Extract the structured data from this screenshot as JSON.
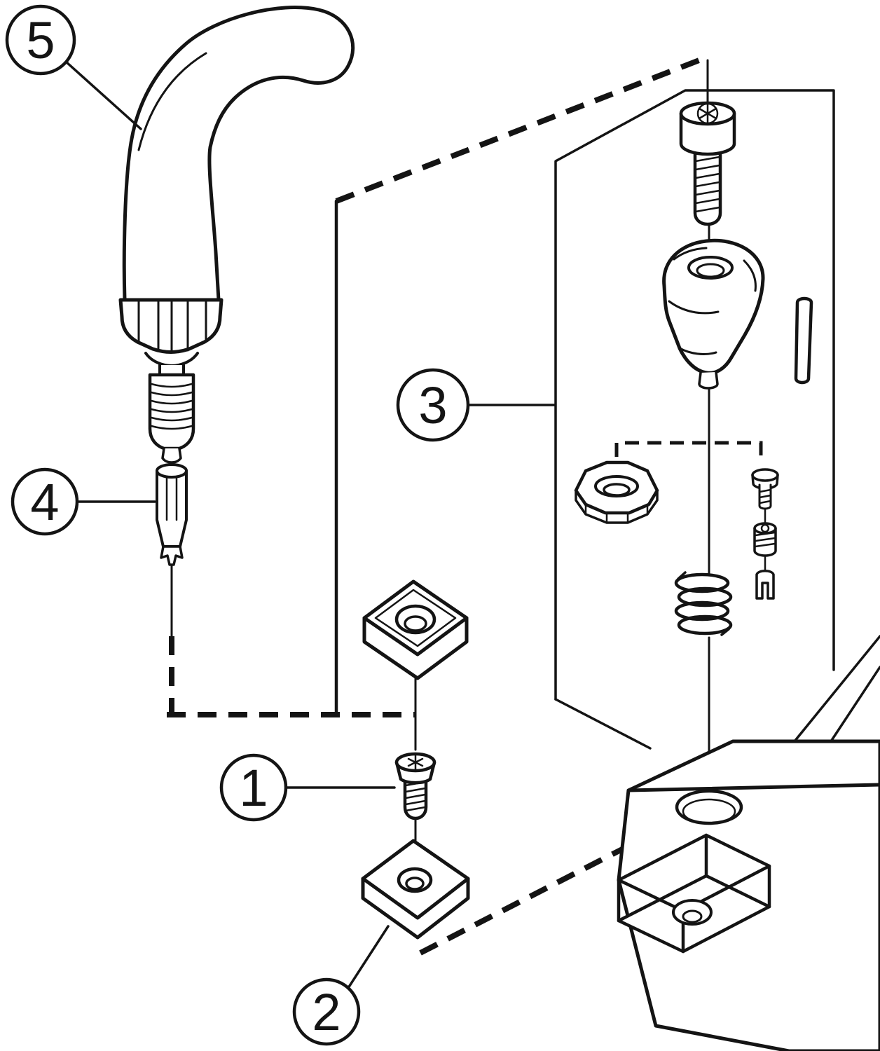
{
  "diagram": {
    "background": "#ffffff",
    "line_color": "#141414",
    "callouts": {
      "c1": "1",
      "c2": "2",
      "c3": "3",
      "c4": "4",
      "c5": "5"
    },
    "parts": {
      "p1": {
        "callout": "1",
        "name": "insert-clamping-screw"
      },
      "p2": {
        "callout": "2",
        "name": "shim-seat"
      },
      "p3": {
        "callout": "3",
        "name": "top-clamp-assembly"
      },
      "p4": {
        "callout": "4",
        "name": "torx-key-bit"
      },
      "p5": {
        "callout": "5",
        "name": "torque-handle"
      }
    }
  }
}
